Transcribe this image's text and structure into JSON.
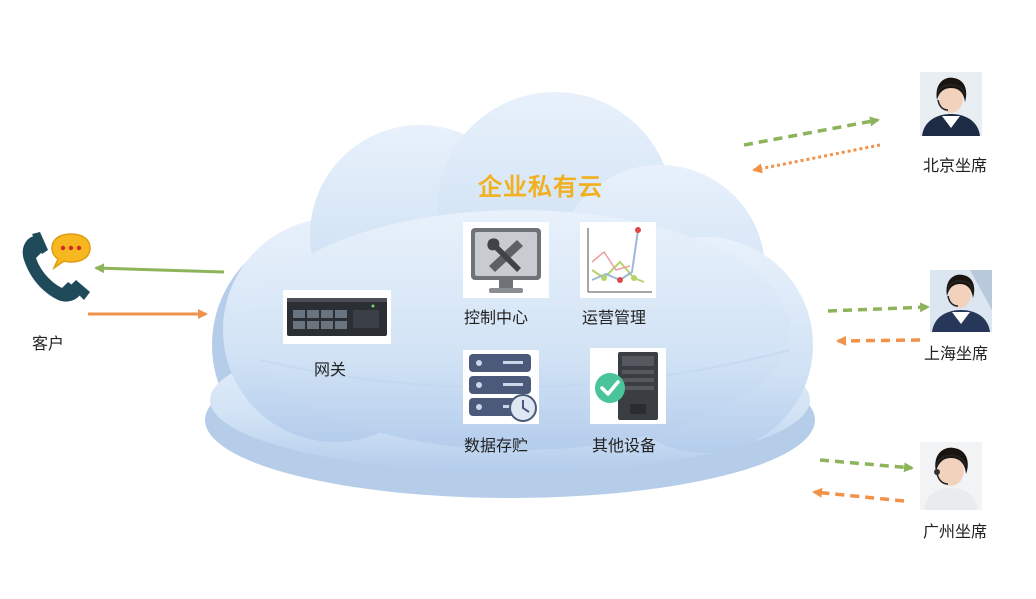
{
  "cloud": {
    "title": "企业私有云"
  },
  "client": {
    "label": "客户"
  },
  "components": {
    "gateway": {
      "label": "网关"
    },
    "control_center": {
      "label": "控制中心"
    },
    "operations": {
      "label": "运营管理"
    },
    "storage": {
      "label": "数据存贮"
    },
    "other_devices": {
      "label": "其他设备"
    }
  },
  "agents": [
    {
      "label": "北京坐席"
    },
    {
      "label": "上海坐席"
    },
    {
      "label": "广州坐席"
    }
  ],
  "colors": {
    "arrow_green": "#8db45a",
    "arrow_orange": "#f0924a",
    "cloud_fill": "#cfe0f4",
    "cloud_edge": "#a9c4e6",
    "title": "#f2b01e"
  }
}
